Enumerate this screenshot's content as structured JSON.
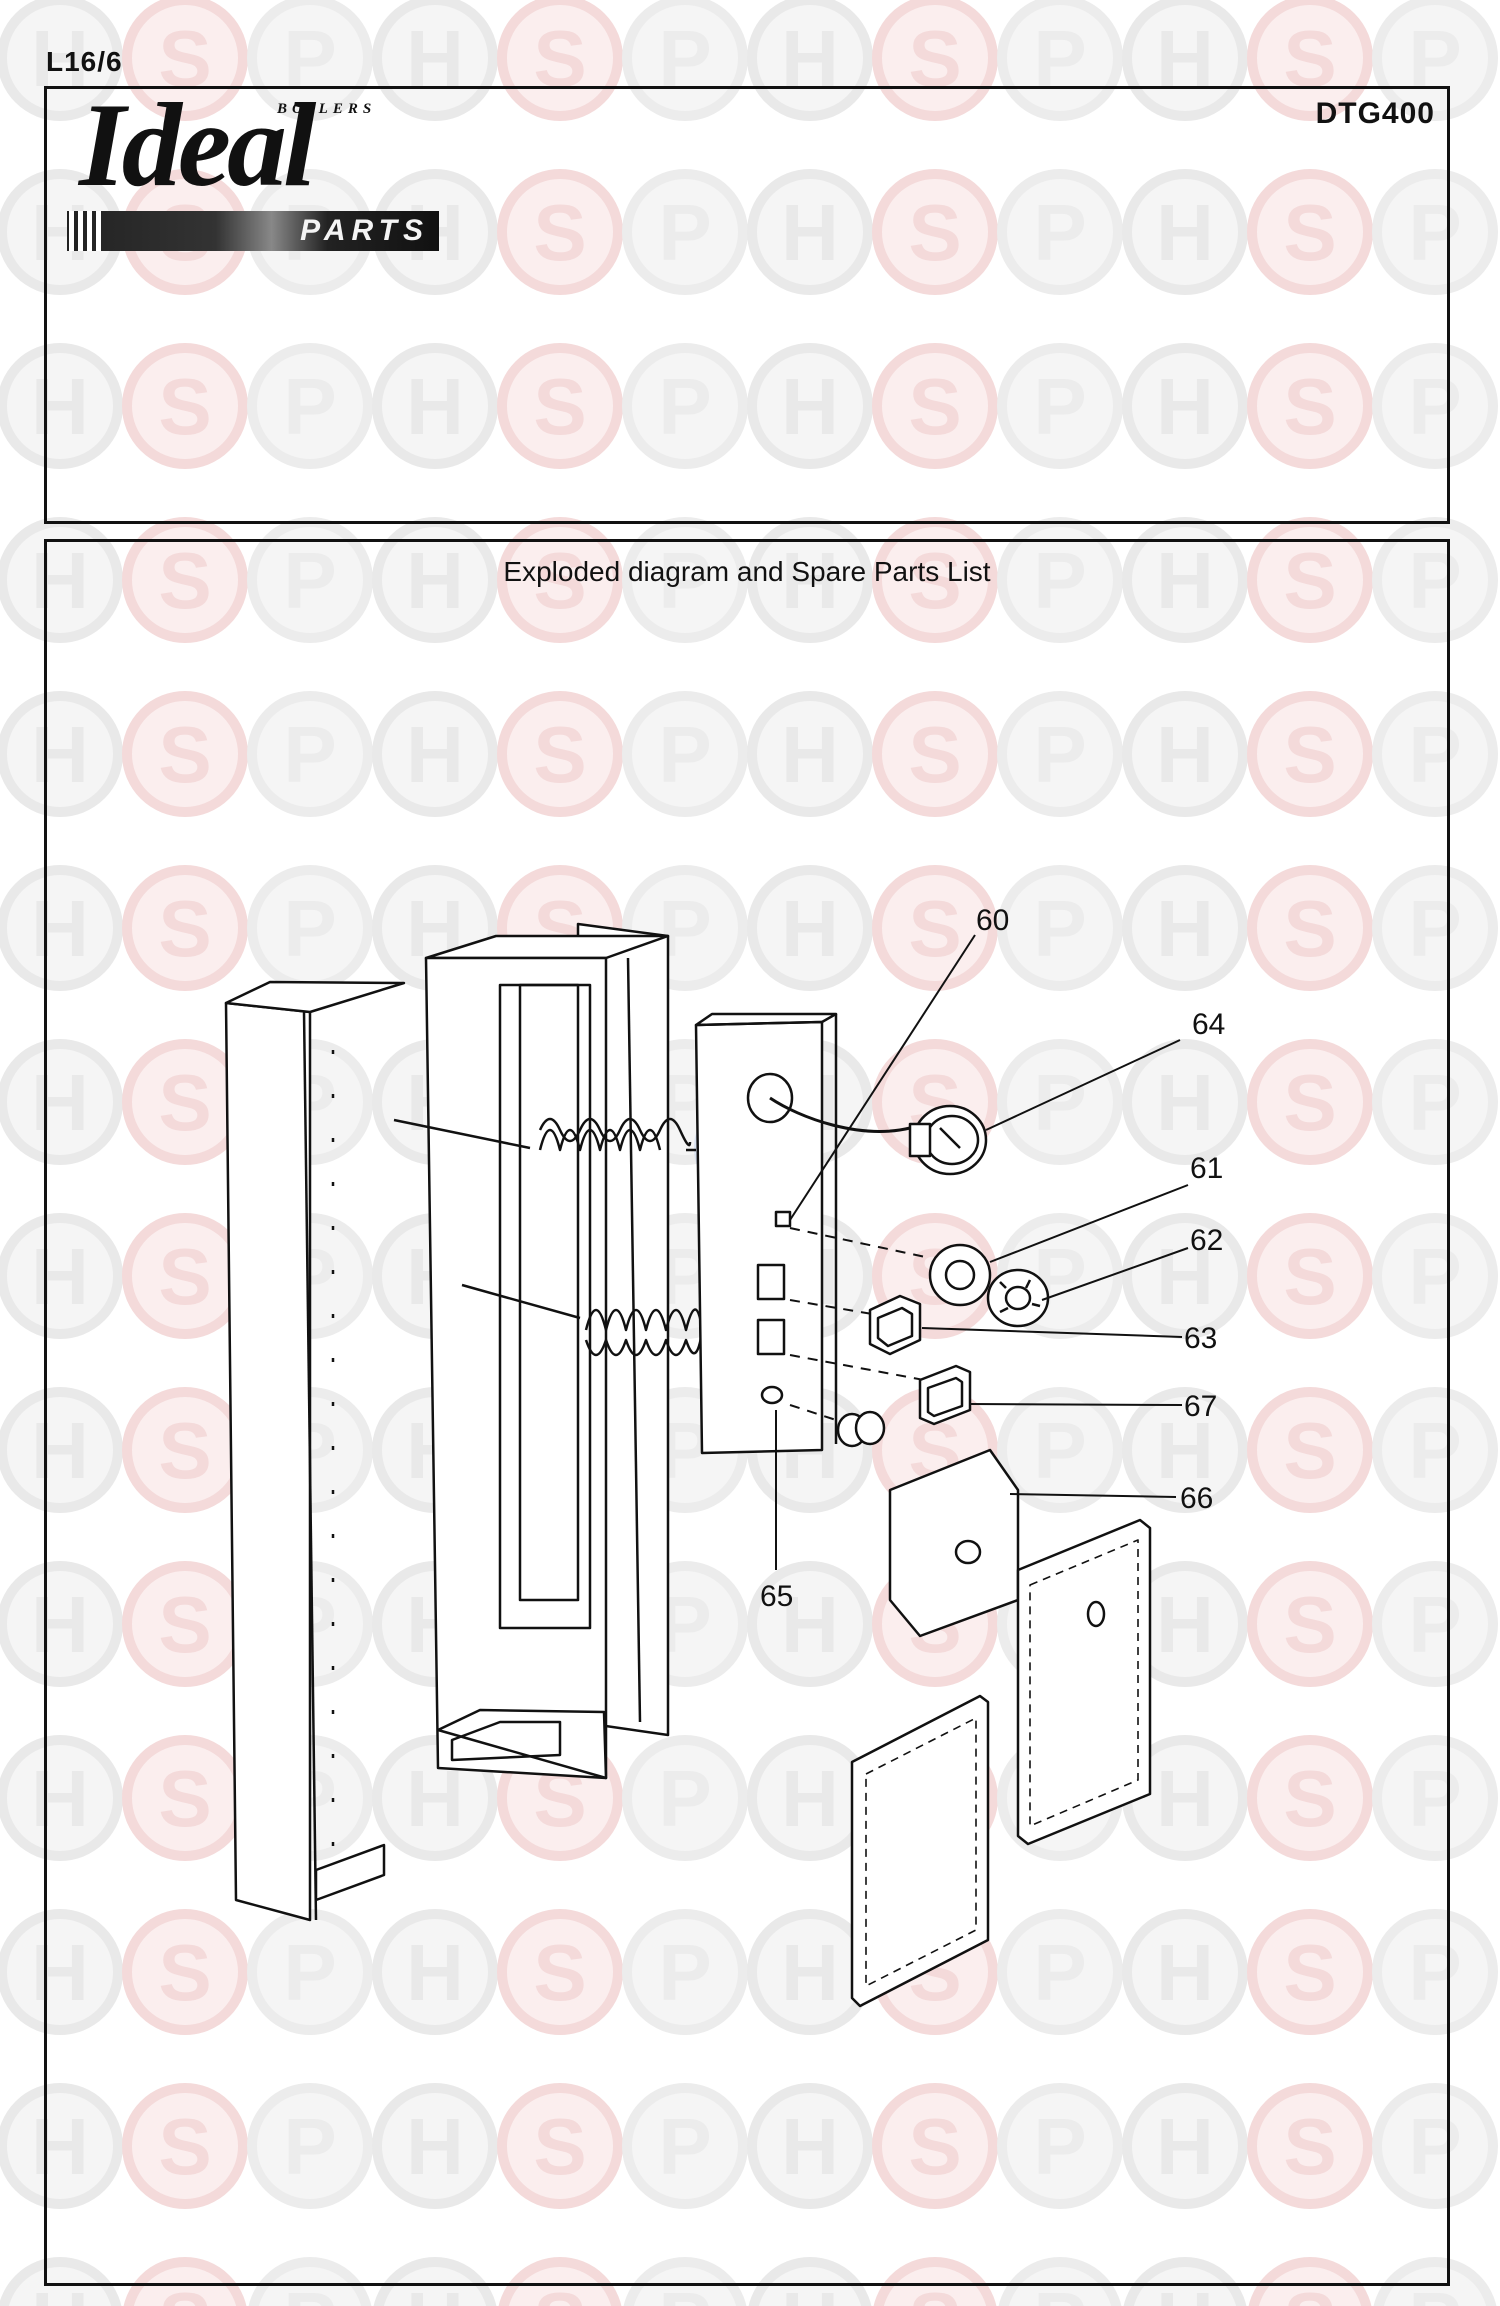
{
  "page_code": "L16/6",
  "model_code": "DTG400",
  "logo": {
    "brand": "Ideal",
    "tagline": "BOILERS",
    "sub_brand": "PARTS"
  },
  "diagram": {
    "title": "Exploded diagram and Spare Parts List",
    "callouts": [
      {
        "id": "callout-60",
        "label": "60"
      },
      {
        "id": "callout-64",
        "label": "64"
      },
      {
        "id": "callout-61",
        "label": "61"
      },
      {
        "id": "callout-62",
        "label": "62"
      },
      {
        "id": "callout-63",
        "label": "63"
      },
      {
        "id": "callout-67",
        "label": "67"
      },
      {
        "id": "callout-66",
        "label": "66"
      },
      {
        "id": "callout-65",
        "label": "65"
      }
    ]
  },
  "watermark": {
    "letters": [
      "H",
      "S",
      "P"
    ],
    "colors": {
      "H": "#e9e9e9",
      "S": "#f4dada",
      "P": "#ececec",
      "center_S": "#c9d7ee"
    }
  }
}
